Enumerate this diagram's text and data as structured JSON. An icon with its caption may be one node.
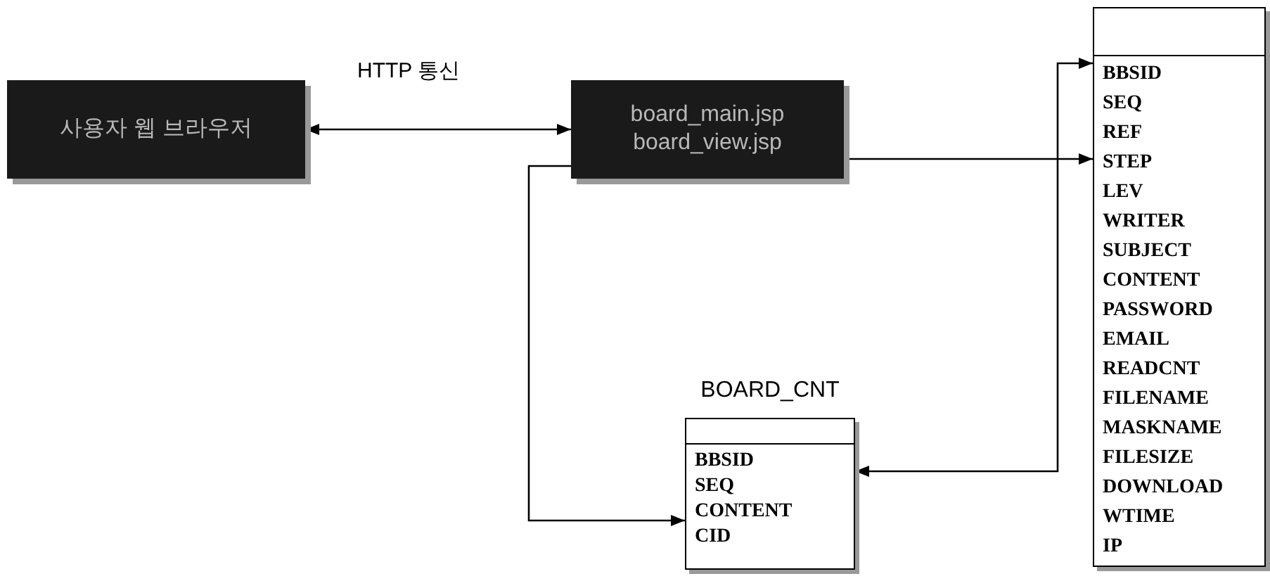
{
  "diagram": {
    "nodes": [
      {
        "text": [
          "사용자 웹 브라우저"
        ]
      },
      {
        "text": [
          "board_main.jsp",
          "board_view.jsp"
        ]
      },
      {
        "text": [
          "BBSID",
          "SEQ",
          "REF",
          "STEP",
          "LEV",
          "WRITER",
          "SUBJECT",
          "CONTENT",
          "PASSWORD",
          "EMAIL",
          "READCNT",
          "FILENAME",
          "MASKNAME",
          "FILESIZE",
          "DOWNLOAD",
          "WTIME",
          "IP"
        ]
      },
      {
        "text": [
          "BOARD_CNT",
          "BBSID",
          "SEQ",
          "CONTENT",
          "CID"
        ]
      }
    ],
    "edges": [
      {
        "from": 0,
        "to": 1,
        "arrow": "both",
        "label": "HTTP 통신"
      },
      {
        "from": 1,
        "to": 2,
        "arrow": "to"
      },
      {
        "from": 2,
        "to": 3,
        "arrow": "both"
      },
      {
        "from": 1,
        "to": 3,
        "arrow": "to"
      }
    ]
  }
}
